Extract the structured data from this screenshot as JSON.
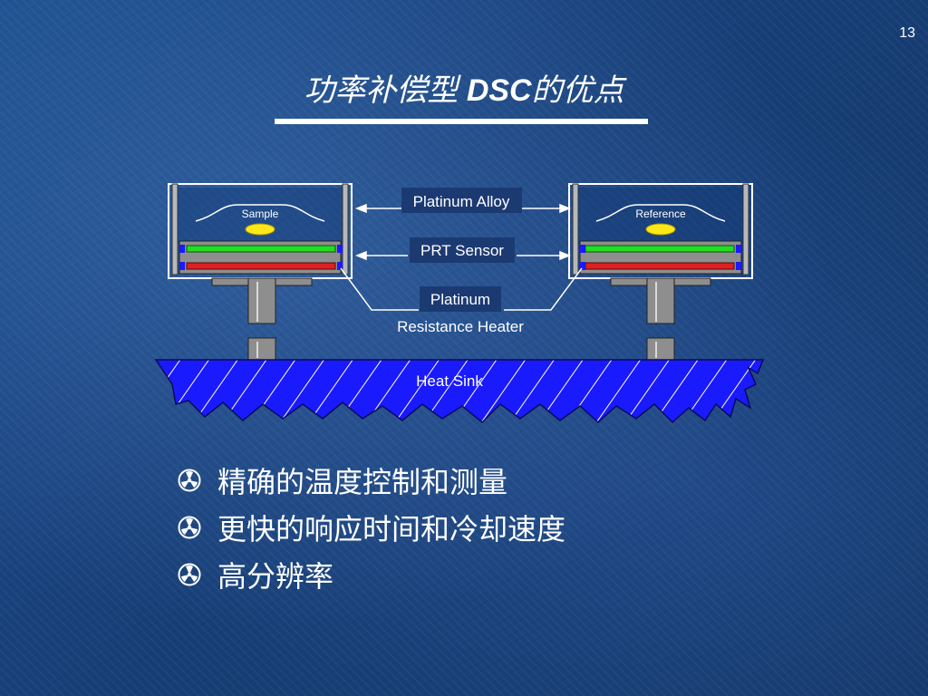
{
  "page_number": "13",
  "title": {
    "cjk_a": "功率补偿型 ",
    "latin": "DSC",
    "cjk_b": "的优点"
  },
  "diagram": {
    "sample_label": "Sample",
    "reference_label": "Reference",
    "platinum_alloy_label": "Platinum Alloy",
    "prt_sensor_label": "PRT Sensor",
    "platinum_label": "Platinum",
    "resistance_heater_label": "Resistance Heater",
    "heat_sink_label": "Heat Sink",
    "colors": {
      "heat_sink": "#1a1aff",
      "sensor_green": "#22dd22",
      "heater_red": "#e02020",
      "sample_pan": "#ffe81a",
      "label_box": "#1c3a72"
    }
  },
  "bullets": [
    {
      "icon": "three-bladed-propeller-icon",
      "text": "精确的温度控制和测量"
    },
    {
      "icon": "three-bladed-propeller-icon",
      "text": "更快的响应时间和冷却速度"
    },
    {
      "icon": "three-bladed-propeller-icon",
      "text": "高分辨率"
    }
  ]
}
